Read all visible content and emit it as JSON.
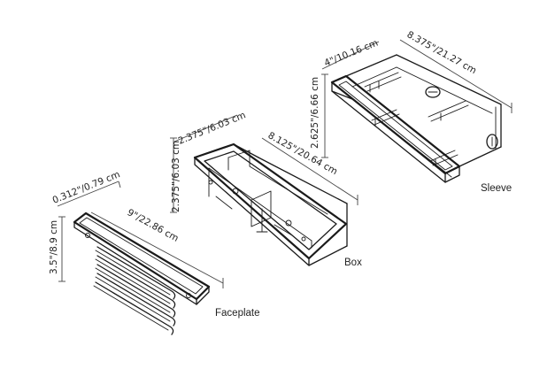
{
  "parts": {
    "faceplate": {
      "label": "Faceplate",
      "dims": {
        "depth": "0.312\"/0.79 cm",
        "width": "9\"/22.86 cm",
        "height": "3.5\"/8.9 cm"
      }
    },
    "box": {
      "label": "Box",
      "dims": {
        "depth": "2.375\"/6.03 cm",
        "width": "8.125\"/20.64 cm",
        "height": "2.375\"/6.03 cm"
      }
    },
    "sleeve": {
      "label": "Sleeve",
      "dims": {
        "depth": "4\"/10.16 cm",
        "width": "8.375\"/21.27 cm",
        "height": "2.625\"/6.66 cm"
      }
    }
  }
}
